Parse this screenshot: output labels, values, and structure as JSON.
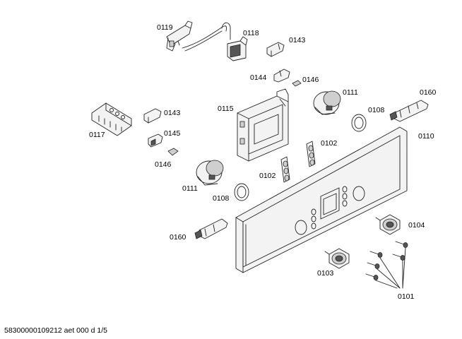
{
  "parts": {
    "p0119": "0119",
    "p0118": "0118",
    "p0143a": "0143",
    "p0144": "0144",
    "p0146a": "0146",
    "p0111a": "0111",
    "p0160a": "0160",
    "p0115": "0115",
    "p0108a": "0108",
    "p0110": "0110",
    "p0143b": "0143",
    "p0117": "0117",
    "p0145": "0145",
    "p0102a": "0102",
    "p0146b": "0146",
    "p0102b": "0102",
    "p0111b": "0111",
    "p0108b": "0108",
    "p0104": "0104",
    "p0160b": "0160",
    "p0103": "0103",
    "p0101": "0101"
  },
  "footer": "58300000109212 aet 000 d 1/5"
}
